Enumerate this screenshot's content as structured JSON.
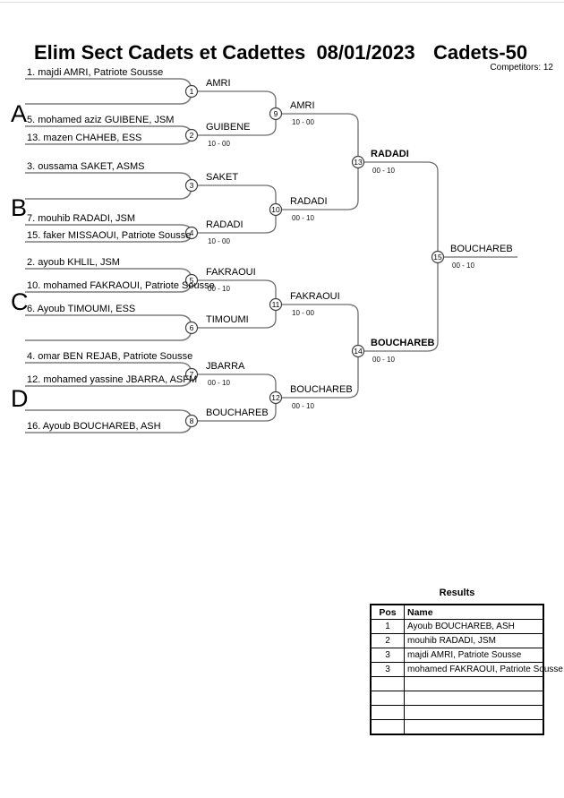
{
  "header": {
    "title": "Elim Sect Cadets et Cadettes  08/01/2023",
    "category": "Cadets-50",
    "competitors_label": "Competitors: 12"
  },
  "sections": [
    "A",
    "B",
    "C",
    "D"
  ],
  "entries": [
    "1. majdi AMRI, Patriote Sousse",
    "5. mohamed aziz GUIBENE, JSM",
    "13. mazen CHAHEB, ESS",
    "3. oussama SAKET, ASMS",
    "7. mouhib RADADI, JSM",
    "15. faker MISSAOUI, Patriote Sousse",
    "2. ayoub KHLIL, JSM",
    "10. mohamed FAKRAOUI, Patriote Sousse",
    "6. Ayoub TIMOUMI, ESS",
    "4. omar BEN REJAB, Patriote Sousse",
    "12. mohamed yassine JBARRA, ASFM",
    "16. Ayoub BOUCHAREB, ASH"
  ],
  "matches": {
    "m1": {
      "no": "1",
      "winner": "AMRI"
    },
    "m2": {
      "no": "2",
      "winner": "GUIBENE",
      "score": "10 - 00"
    },
    "m3": {
      "no": "3",
      "winner": "SAKET"
    },
    "m4": {
      "no": "4",
      "winner": "RADADI",
      "score": "10 - 00"
    },
    "m5": {
      "no": "5",
      "winner": "FAKRAOUI",
      "score": "00 - 10"
    },
    "m6": {
      "no": "6",
      "winner": "TIMOUMI"
    },
    "m7": {
      "no": "7",
      "winner": "JBARRA",
      "score": "00 - 10"
    },
    "m8": {
      "no": "8",
      "winner": "BOUCHAREB"
    },
    "m9": {
      "no": "9",
      "winner": "AMRI",
      "score": "10 - 00"
    },
    "m10": {
      "no": "10",
      "winner": "RADADI",
      "score": "00 - 10"
    },
    "m11": {
      "no": "11",
      "winner": "FAKRAOUI",
      "score": "10 - 00"
    },
    "m12": {
      "no": "12",
      "winner": "BOUCHAREB",
      "score": "00 - 10"
    },
    "m13": {
      "no": "13",
      "winner": "RADADI",
      "score": "00 - 10"
    },
    "m14": {
      "no": "14",
      "winner": "BOUCHAREB",
      "score": "00 - 10"
    },
    "m15": {
      "no": "15",
      "winner": "BOUCHAREB",
      "score": "00 - 10"
    }
  },
  "results": {
    "title": "Results",
    "columns": [
      "Pos",
      "Name"
    ],
    "rows": [
      [
        "1",
        "Ayoub BOUCHAREB, ASH"
      ],
      [
        "2",
        "mouhib RADADI, JSM"
      ],
      [
        "3",
        "majdi AMRI, Patriote Sousse"
      ],
      [
        "3",
        "mohamed FAKRAOUI, Patriote Sousse"
      ]
    ],
    "empty_rows": 4
  }
}
